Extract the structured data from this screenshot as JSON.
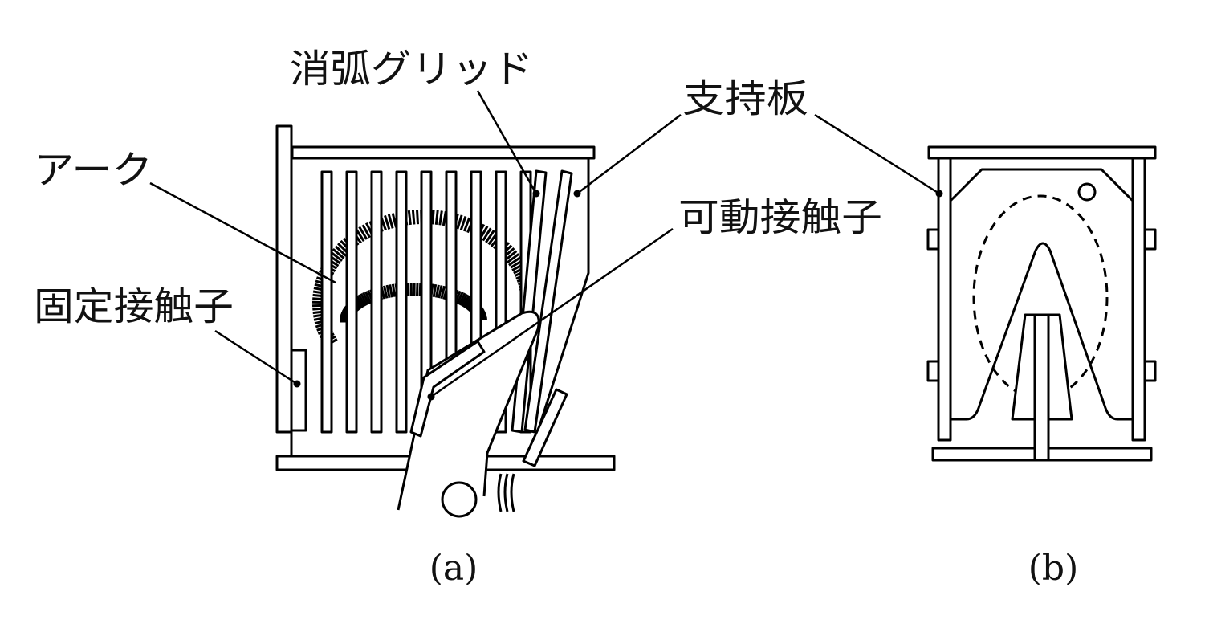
{
  "labels": {
    "grid": "消弧グリッド",
    "support": "支持板",
    "arc": "アーク",
    "moving_contact": "可動接触子",
    "fixed_contact": "固定接触子",
    "caption_a": "(a)",
    "caption_b": "(b)"
  },
  "colors": {
    "stroke": "#000000",
    "background": "#ffffff",
    "text": "#111111"
  }
}
